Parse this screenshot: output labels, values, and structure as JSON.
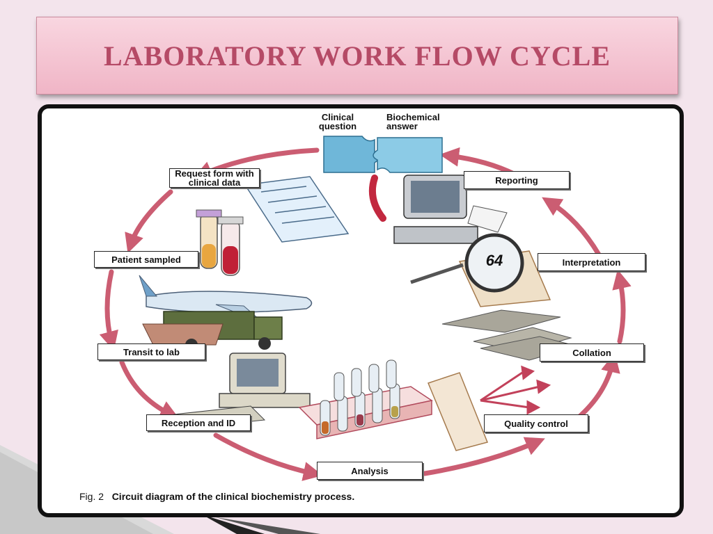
{
  "slide": {
    "title": "LABORATORY WORK FLOW CYCLE"
  },
  "diagram": {
    "top_labels": {
      "clinical_question": "Clinical question",
      "biochemical_answer": "Biochemical answer"
    },
    "stages": {
      "request_form": "Request form with clinical data",
      "patient_sampled": "Patient sampled",
      "transit_to_lab": "Transit to lab",
      "reception_id": "Reception and ID",
      "analysis": "Analysis",
      "quality_control": "Quality control",
      "collation": "Collation",
      "interpretation": "Interpretation",
      "reporting": "Reporting"
    },
    "magnifier_value": "64",
    "caption": {
      "fig": "Fig. 2",
      "text": "Circuit diagram of the clinical biochemistry process."
    }
  },
  "colors": {
    "title_text": "#b54a66",
    "arrow": "#c2415a",
    "puzzle": "#6fb7d9"
  }
}
